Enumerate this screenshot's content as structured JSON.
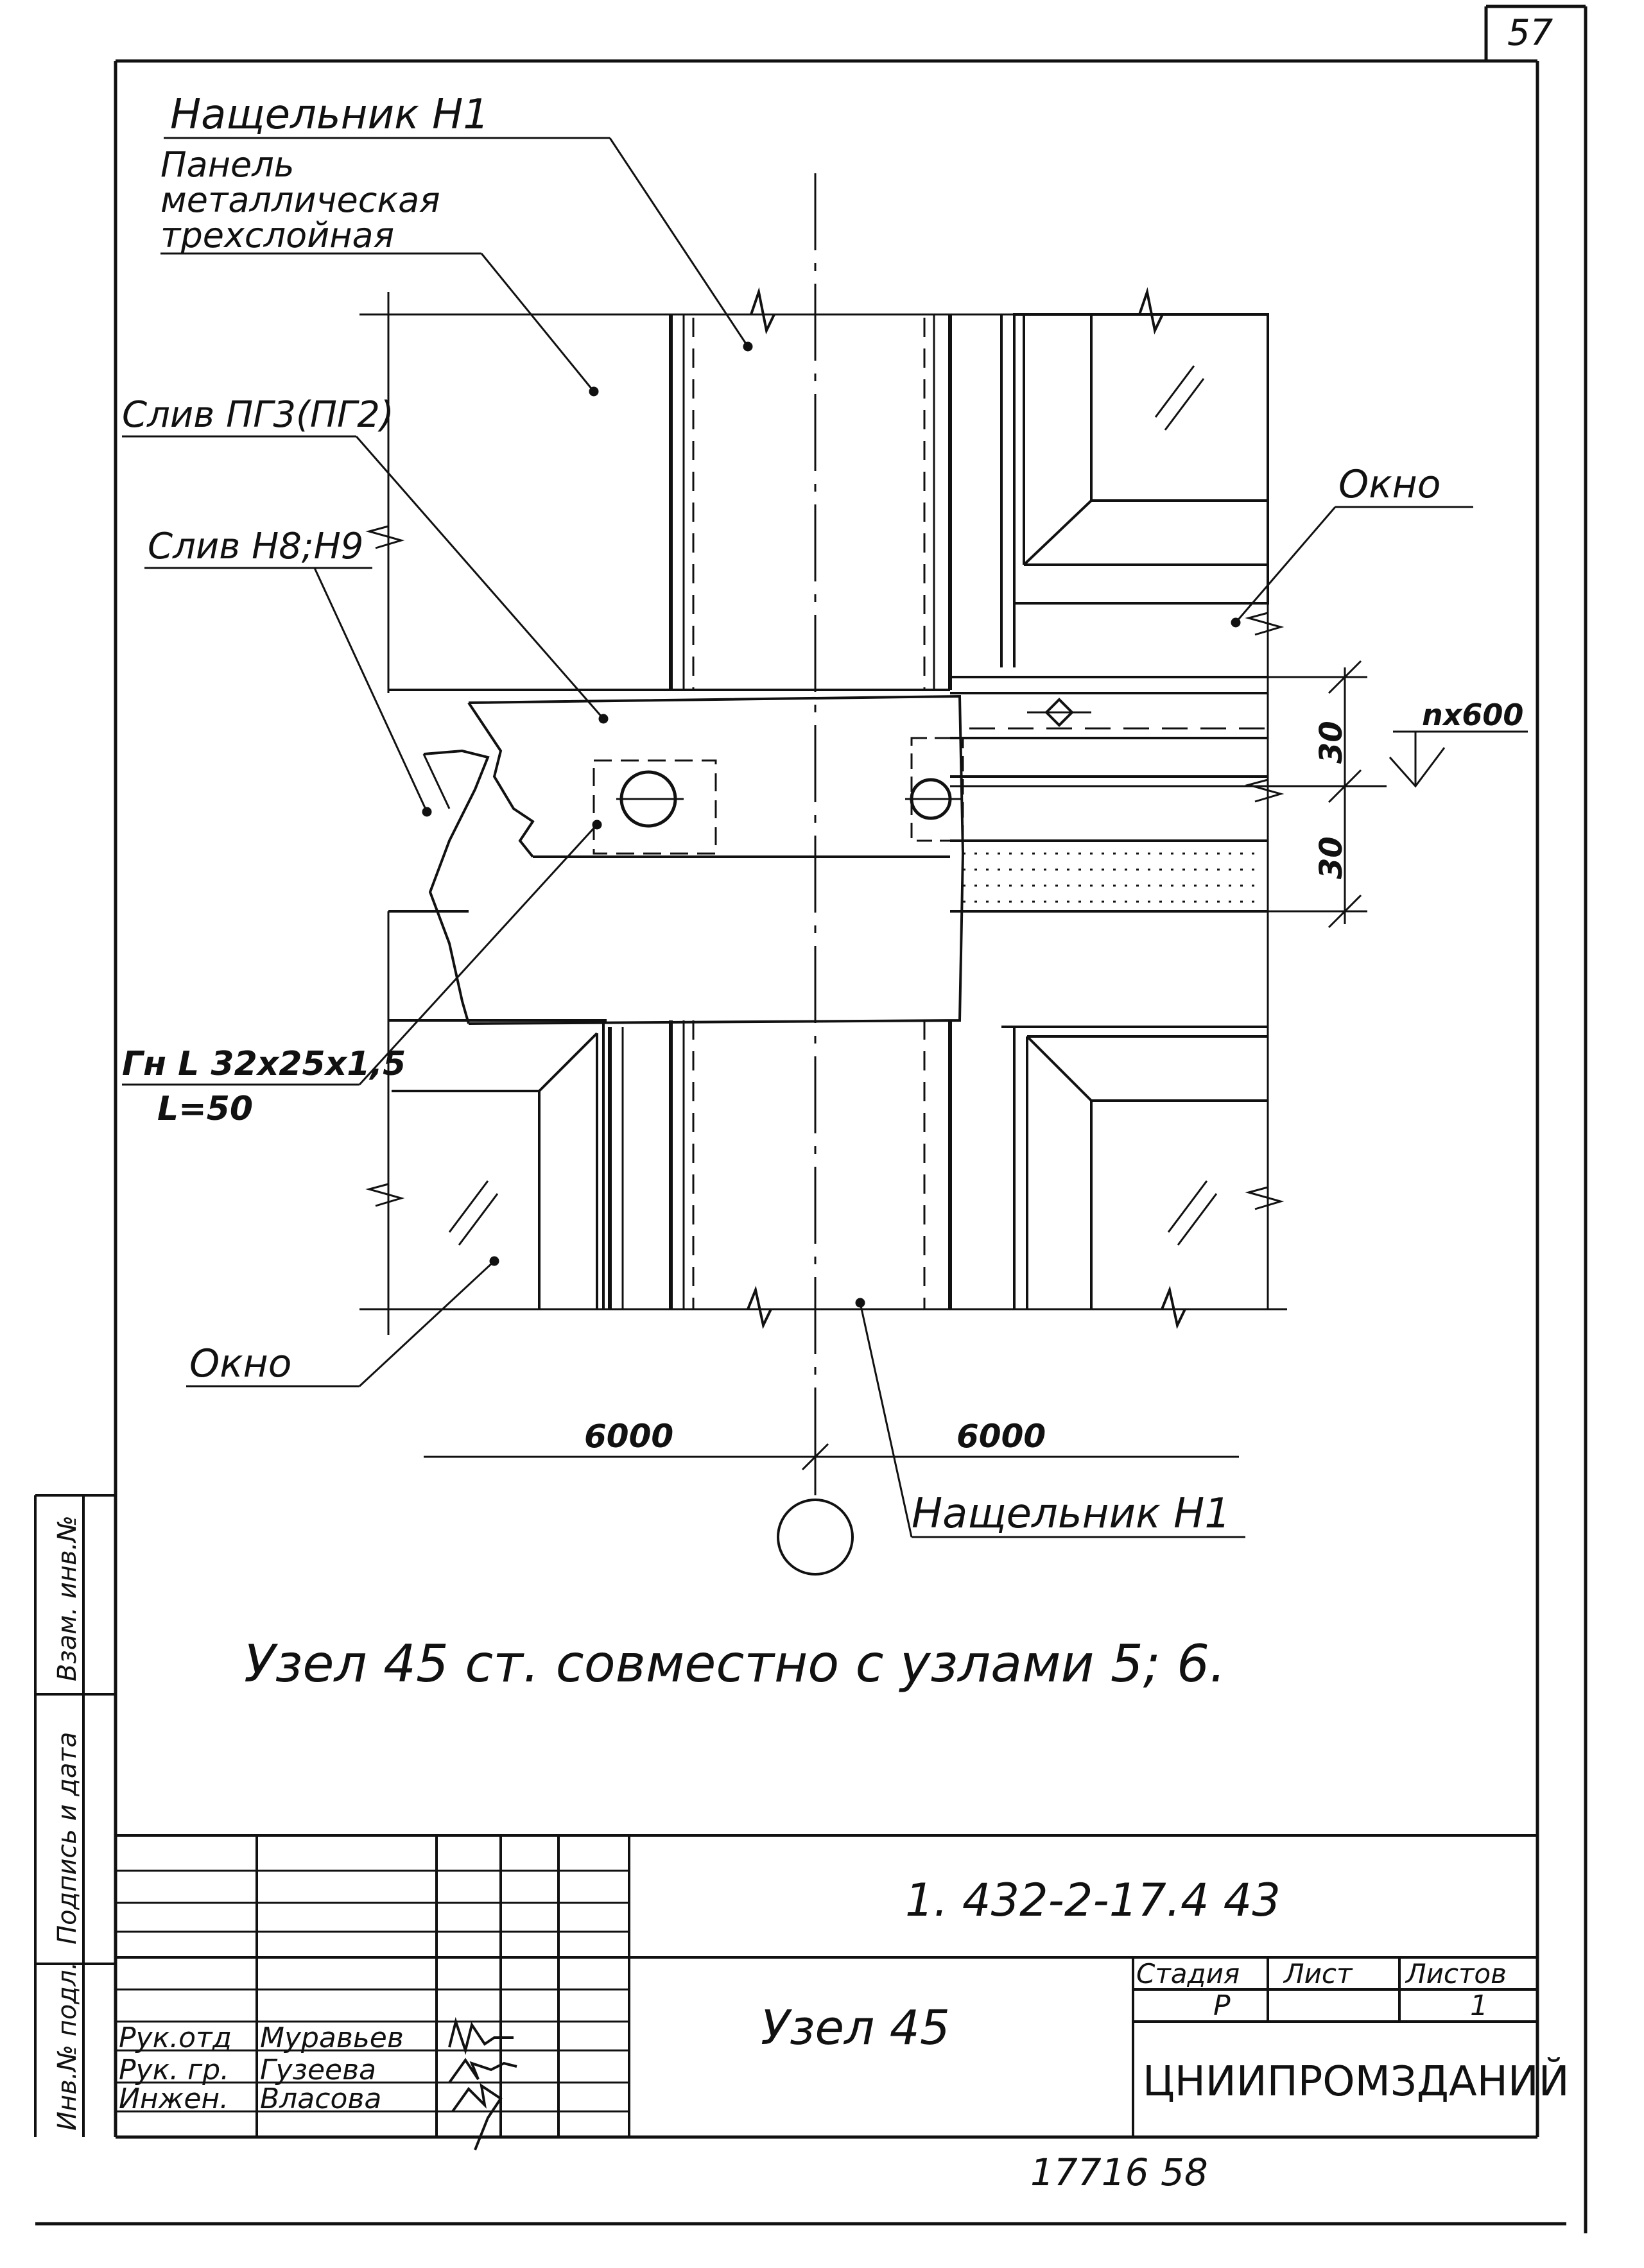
{
  "sheet": {
    "page_number": "57",
    "archive_number": "17716   58",
    "note": "Узел 45  ст.  совместно  с  узлами 5; 6."
  },
  "callouts": {
    "nashchelnik_top": "Нащельник  Н1",
    "panel_line1": "Панель",
    "panel_line2": "металлическая",
    "panel_line3": "трехслойная",
    "sliv_pg": "Слив ПГ3(ПГ2)",
    "sliv_h": "Слив Н8;Н9",
    "okno_right": "Окно",
    "gn_line1": "Гн L 32х25х1,5",
    "gn_line2": "L=50",
    "okno_left": "Окно",
    "nashchelnik_bottom": "Нащельник Н1"
  },
  "dimensions": {
    "d30_top": "30",
    "d30_bottom": "30",
    "nx600": "nх600",
    "span_left": "6000",
    "span_right": "6000"
  },
  "side_stamp": {
    "inv_podl": "Инв.№ подл.",
    "podpis": "Подпись и дата",
    "vzam": "Взам. инв.№"
  },
  "title_block": {
    "doc_code": "1. 432-2-17.4  43",
    "drawing_title": "Узел 45",
    "stage_header": "Стадия",
    "sheet_header": "Лист",
    "sheets_header": "Листов",
    "stage_value": "Р",
    "sheets_value": "1",
    "organization": "ЦНИИПРОМЗДАНИЙ",
    "signatures": [
      {
        "role": "Рук.отд",
        "name": "Муравьев"
      },
      {
        "role": "Рук. гр.",
        "name": "Гузеева"
      },
      {
        "role": "Инжен.",
        "name": "Власова"
      }
    ]
  }
}
